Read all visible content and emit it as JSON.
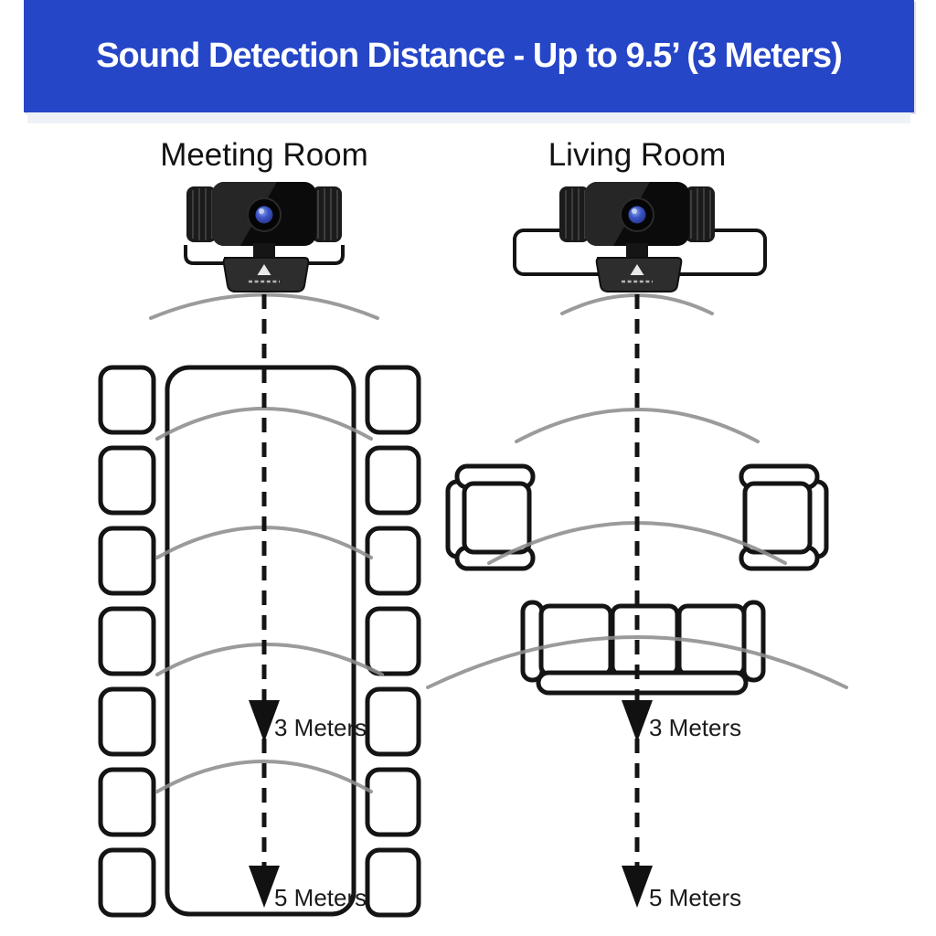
{
  "header": {
    "title": "Sound Detection Distance - Up to 9.5’ (3 Meters)",
    "accent_color": "#2646c8",
    "text_color": "#ffffff"
  },
  "rooms": {
    "meeting": {
      "title": "Meeting Room",
      "markers": {
        "m3": "3 Meters",
        "m5": "5 Meters"
      },
      "furniture": {
        "table": "conference-table",
        "chair_count": 14
      },
      "sound_wave_count": 5
    },
    "living": {
      "title": "Living Room",
      "markers": {
        "m3": "3 Meters",
        "m5": "5 Meters"
      },
      "furniture": {
        "armchair_count": 2,
        "sofa_count": 1,
        "tv_outline": true
      },
      "sound_wave_count": 4
    }
  },
  "colors": {
    "wave_gray": "#8d8d8d",
    "outline_black": "#141414",
    "lens_blue": "#3c55c8",
    "background": "#ffffff"
  },
  "icons": {
    "webcam": "webcam-icon",
    "sound_wave": "sound-wave-arc",
    "distance_arrow": "down-arrow-icon",
    "brand_logo": "triangle-logo-icon"
  }
}
